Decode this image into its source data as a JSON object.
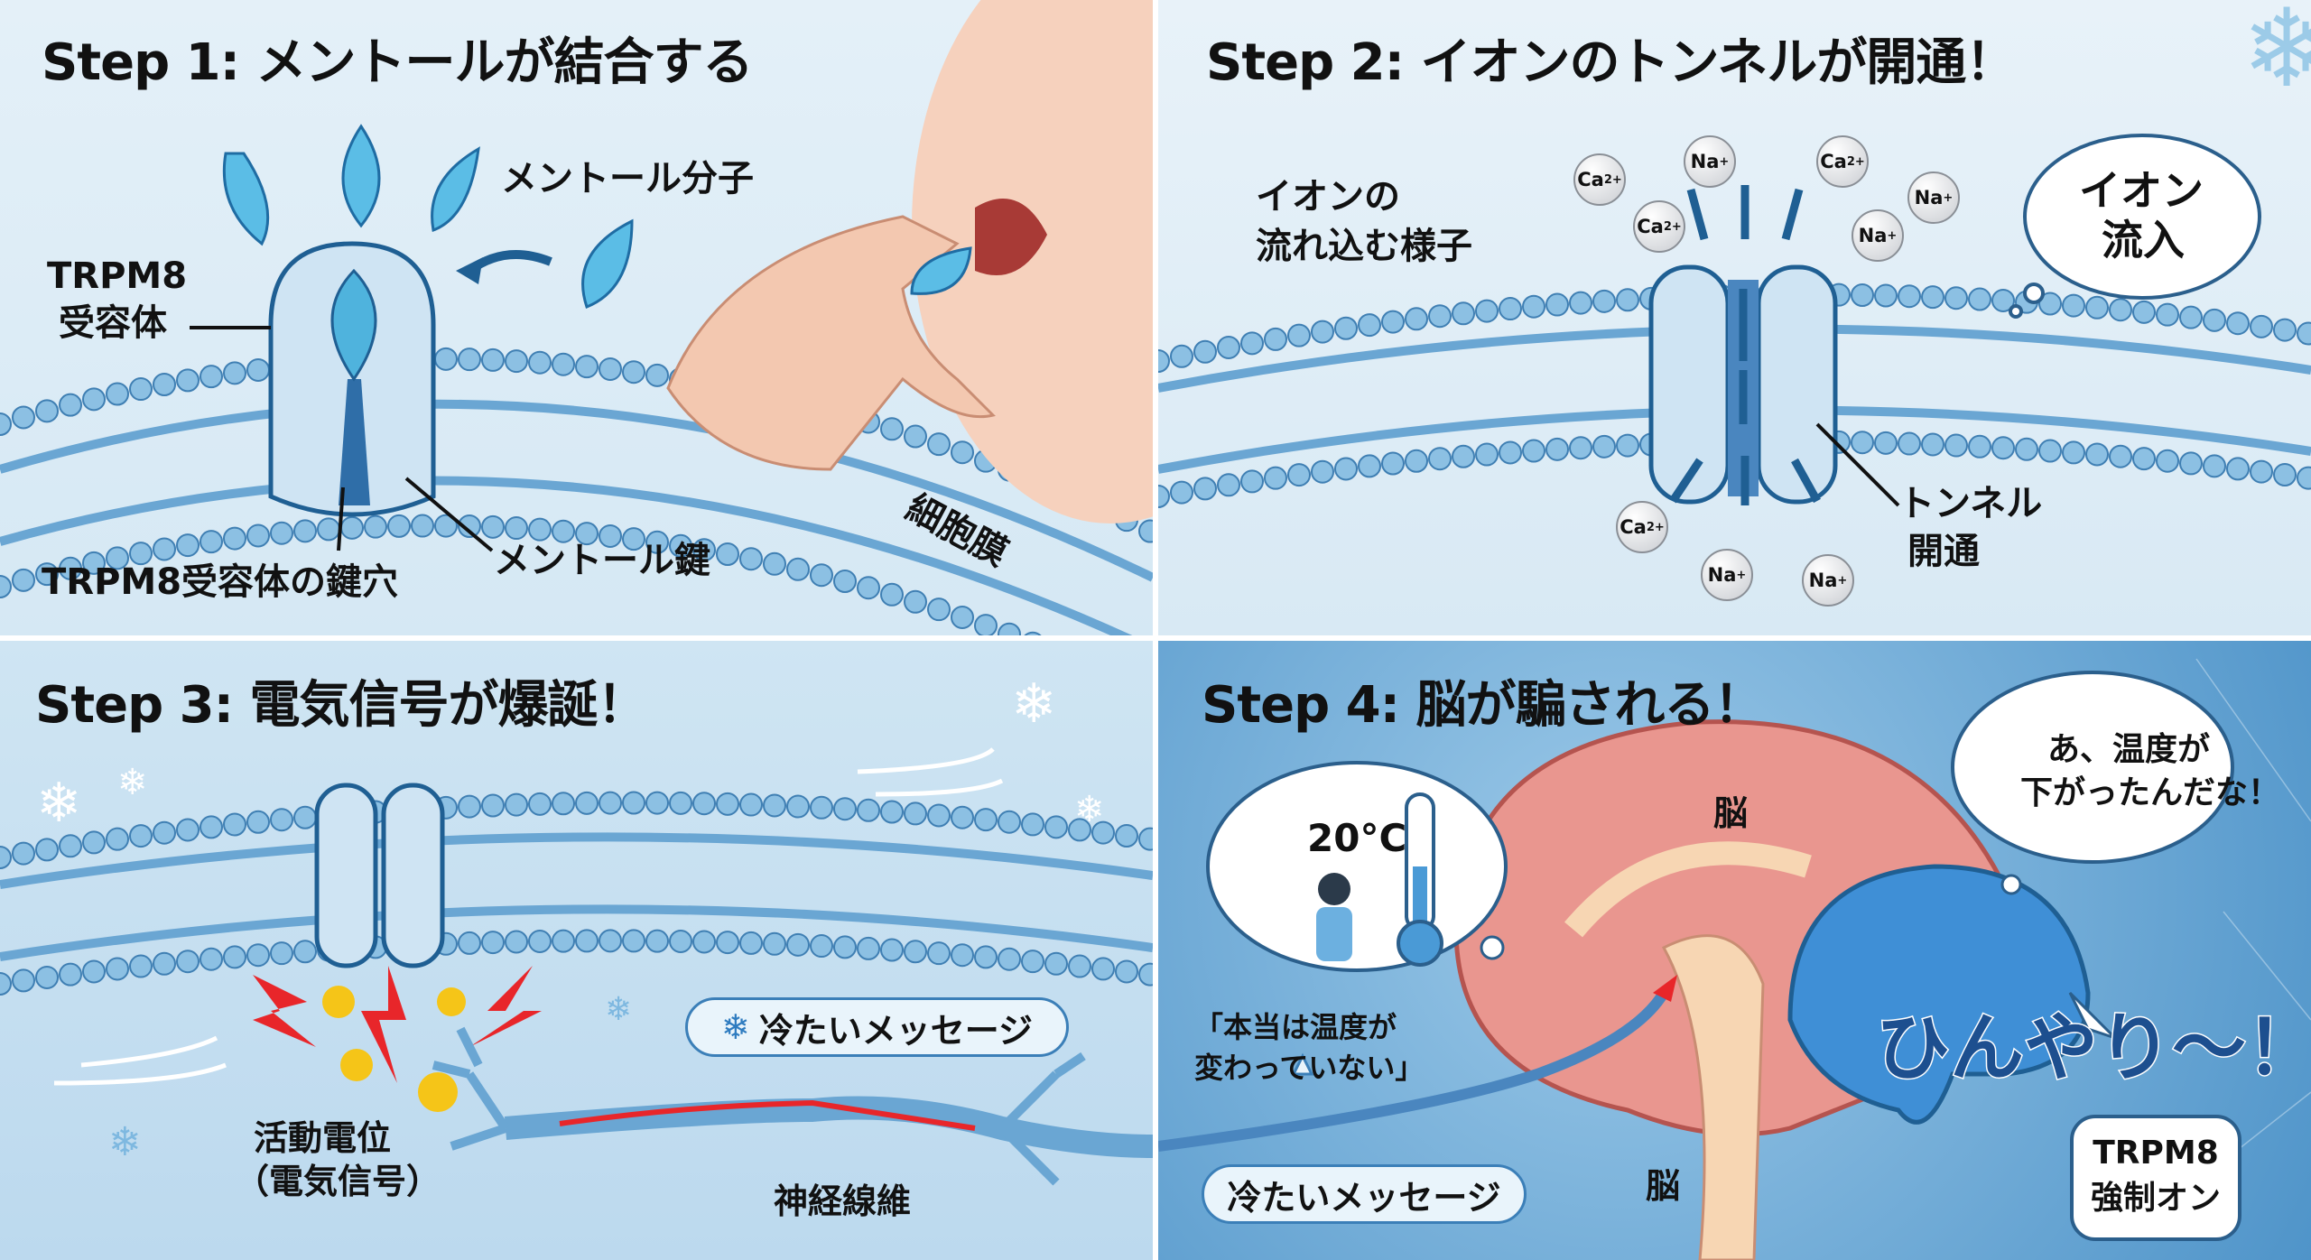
{
  "step1": {
    "title": "Step 1: メントール が結合する",
    "title_text": "Step 1: メントールが結合する",
    "molecule_label": "メントール分子",
    "receptor_label_1": "TRPM8",
    "receptor_label_2": "受容体",
    "keyhole_label": "TRPM8受容体の鍵穴",
    "key_label": "メントール鍵",
    "membrane_label": "細胞膜"
  },
  "step2": {
    "title": "Step 2: イオンのトンネルが開通！",
    "flow_label_1": "イオンの",
    "flow_label_2": "流れ込む様子",
    "ions": [
      "Ca",
      "Na",
      "Ca",
      "Na",
      "Ca",
      "Na",
      "Ca",
      "Na",
      "Na"
    ],
    "ion_charges": [
      "2+",
      "+",
      "2+",
      "+",
      "2+",
      "+",
      "2+",
      "+",
      "+"
    ],
    "tunnel_label_1": "トンネル",
    "tunnel_label_2": "開通",
    "bubble_1": "イオン",
    "bubble_2": "流入"
  },
  "step3": {
    "title": "Step 3: 電気信号が爆誕！",
    "message": "冷たいメッセージ",
    "ap_label_1": "活動電位",
    "ap_label_2": "（電気信号）",
    "nerve_label": "神経線維"
  },
  "step4": {
    "title": "Step 4: 脳が騙される！",
    "temperature": "20°C",
    "reality_1": "「本当は温度が",
    "reality_2": "変わっていない」",
    "brain_label_top": "脳",
    "brain_label_bottom": "脳",
    "message": "冷たいメッセージ",
    "thought_1": "あ、温度が",
    "thought_2": "下がったんだな！",
    "exclaim": "ひんやり〜！",
    "trpm8_1": "TRPM8",
    "trpm8_2": "強制オン"
  },
  "colors": {
    "membrane": "#6aa6d3",
    "channel": "#4a86bf",
    "leaf": "#4fb3dd",
    "brain_pink": "#e9968f",
    "brain_blue": "#3f8fd6",
    "spark": "#e8262a"
  }
}
